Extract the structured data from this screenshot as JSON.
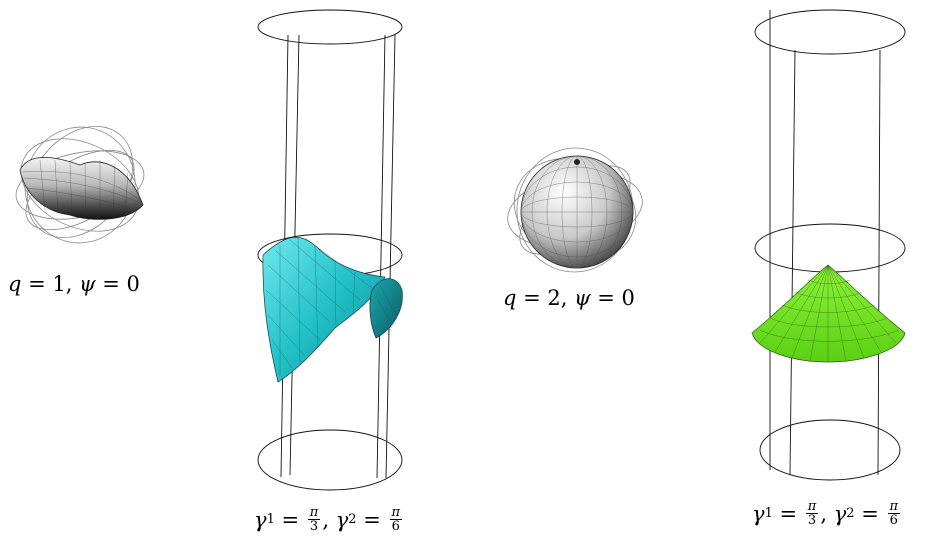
{
  "panels": [
    {
      "id": "a",
      "caption": {
        "var1": "q",
        "eq1": " = 1, ",
        "var2": "ψ",
        "eq2": " = 0"
      }
    },
    {
      "id": "b",
      "caption": {
        "sym1": "γ",
        "sub1": "1",
        "eq1": " = ",
        "num1": "π",
        "den1": "3",
        "sep": ", ",
        "sym2": "γ",
        "sub2": "2",
        "eq2": " = ",
        "num2": "π",
        "den2": "6"
      },
      "surface_color": "#22c4cc"
    },
    {
      "id": "c",
      "caption": {
        "var1": "q",
        "eq1": " = 2, ",
        "var2": "ψ",
        "eq2": " = 0"
      }
    },
    {
      "id": "d",
      "caption": {
        "sym1": "γ",
        "sub1": "1",
        "eq1": " = ",
        "num1": "π",
        "den1": "3",
        "sep": ", ",
        "sym2": "γ",
        "sub2": "2",
        "eq2": " = ",
        "num2": "π",
        "den2": "6"
      },
      "surface_color": "#66e020"
    }
  ]
}
